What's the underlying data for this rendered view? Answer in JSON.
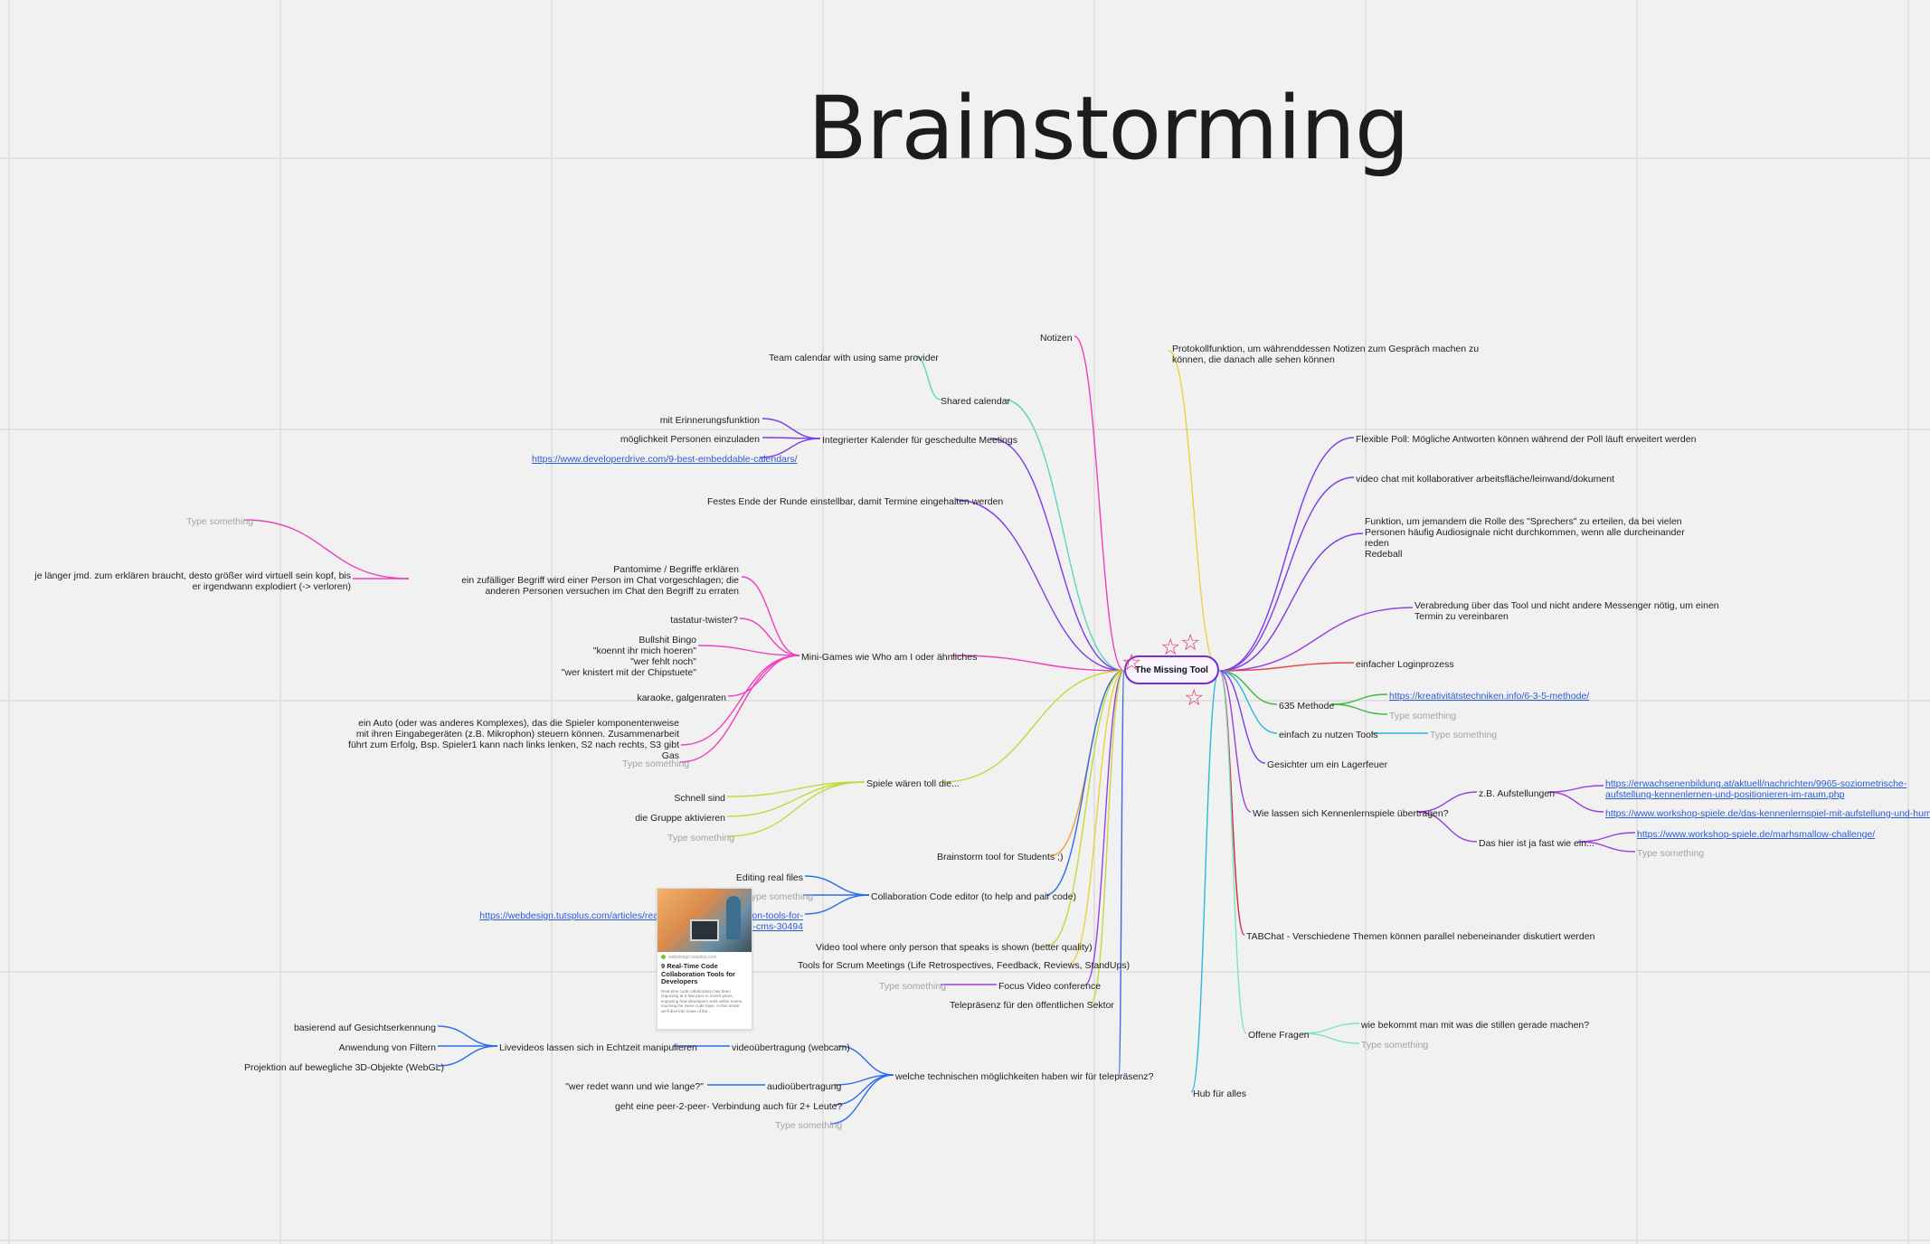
{
  "title": "Brainstorming",
  "root": "The Missing Tool",
  "nodes": {
    "notizen": "Notizen",
    "protokoll": "Protokollfunktion, um währenddessen Notizen zum Gespräch machen zu können, die danach alle sehen können",
    "team_calendar": "Team calendar with using same provider",
    "shared_calendar": "Shared calendar",
    "erinnerung": "mit Erinnerungsfunktion",
    "personen_einladen": "möglichkeit Personen einzuladen",
    "calendar_link": "https://www.developerdrive.com/9-best-embeddable-calendars/",
    "integrierter_kalender": "Integrierter Kalender für geschedulte Meetings",
    "festes_ende": "Festes Ende der Runde einstellbar, damit Termine eingehalten werden",
    "type_ph_1": "Type something",
    "je_laenger": "je länger jmd. zum erklären braucht, desto größer wird virtuell sein kopf, bis er irgendwann explodiert (-> verloren)",
    "pantomime": "Pantomime / Begriffe erklären\nein zufälliger Begriff wird einer Person im Chat vorgeschlagen; die anderen Personen versuchen im Chat den Begriff zu erraten",
    "tastatur": "tastatur-twister?",
    "bullshit": "Bullshit Bingo\n\"koennt ihr mich hoeren\"\n\"wer fehlt noch\"\n\"wer knistert mit der Chipstuete\"",
    "mini_games": "Mini-Games wie Who am I oder ähnliches",
    "karaoke": "karaoke, galgenraten",
    "auto": "ein Auto (oder was anderes Komplexes), das die Spieler komponentenweise mit ihren Eingabegeräten (z.B. Mikrophon) steuern können. Zusammenarbeit führt zum Erfolg, Bsp. Spieler1 kann nach links lenken, S2 nach rechts, S3 gibt Gas",
    "type_ph_2": "Type something",
    "spiele": "Spiele wären toll die...",
    "schnell": "Schnell sind",
    "gruppe": "die Gruppe aktivieren",
    "type_ph_3": "Type something",
    "brainstorm_tool": "Brainstorm tool for Students ;)",
    "editing": "Editing real files",
    "type_ph_4": "Type something",
    "code_editor": "Collaboration Code editor (to help and pair code)",
    "tutsplus_link": "https://webdesign.tutsplus.com/articles/real-time-code-collaboration-tools-for-developers--cms-30494",
    "video_tool": "Video tool where only person that speaks is shown (better quality)",
    "scrum": "Tools for Scrum Meetings (Life Retrospectives, Feedback, Reviews, StandUps)",
    "type_ph_5": "Type something",
    "focus_video": "Focus Video conference",
    "telepraesenz_sektor": "Telepräsenz für den öffentlichen Sektor",
    "gesicht": "basierend auf Gesichtserkennung",
    "filter": "Anwendung von Filtern",
    "projektion": "Projektion auf bewegliche 3D-Objekte (WebGL)",
    "livevideos": "Livevideos lassen sich in Echtzeit manipulieren",
    "videouebertragung": "videoübertragung (webcam)",
    "wer_redet": "\"wer redet wann und wie lange?\"",
    "audio": "audioübertragung",
    "p2p": "geht eine peer-2-peer- Verbindung auch für 2+ Leute?",
    "type_ph_6": "Type something",
    "technische": "welche technischen möglichkeiten haben wir für telepräsenz?",
    "hub": "Hub für alles",
    "flexible_poll": "Flexible Poll: Mögliche Antworten können während der Poll läuft erweitert werden",
    "video_chat": "video chat mit kollaborativer arbeitsfläche/leinwand/dokument",
    "sprecher": "Funktion, um jemandem die Rolle des \"Sprechers\" zu erteilen, da bei vielen Personen häufig Audiosignale nicht durchkommen, wenn alle durcheinander reden\nRedeball",
    "verabredung": "Verabredung über das Tool und nicht andere Messenger nötig, um einen Termin zu vereinbaren",
    "login": "einfacher Loginprozess",
    "methode_635": "635 Methode",
    "kreativ_link": "https://kreativitätstechniken.info/6-3-5-methode/",
    "type_ph_7": "Type something",
    "einfach": "einfach zu nutzen Tools",
    "type_ph_8": "Type something",
    "lagerfeuer": "Gesichter um ein Lagerfeuer",
    "kennenlernspiele": "Wie lassen sich Kennenlernspiele übertragen?",
    "aufstellungen": "z.B. Aufstellungen",
    "erwachsenen_link": "https://erwachsenenbildung.at/aktuell/nachrichten/9965-soziometrische-aufstellung-kennenlernen-und-positionieren-im-raum.php",
    "workshop_link1": "https://www.workshop-spiele.de/das-kennenlernspiel-mit-aufstellung-und-humor/",
    "fast_wie": "Das hier ist ja fast wie ein...",
    "workshop_link2": "https://www.workshop-spiele.de/marhsmallow-challenge/",
    "type_ph_9": "Type something",
    "tabchat": "TABChat - Verschiedene Themen können parallel nebeneinander diskutiert werden",
    "offene_fragen": "Offene Fragen",
    "stillen": "wie bekommt man mit was die stillen gerade machen?",
    "type_ph_10": "Type something"
  },
  "card": {
    "source": "webdesign.tutsplus.com",
    "title": "9 Real-Time Code Collaboration Tools for Developers",
    "desc": "Real-time code collaboration has been improving at a fast pace in recent years, impacting how developers work within teams, touching the same code base. In this article we'll dive into some of the..."
  },
  "colors": {
    "pink": "#f03fbd",
    "purple": "#7d3bea",
    "violet": "#9b3fe0",
    "teal": "#5fd4c0",
    "yellow": "#ecd23a",
    "lime": "#c3d93a",
    "orange": "#f0a03a",
    "blue": "#2f6ee8",
    "cyan": "#2ab8dc",
    "green": "#3db83d",
    "red": "#e8434a",
    "crimson": "#d8223e",
    "mint": "#7ee2c4"
  },
  "stars": [
    "star-icon",
    "star-icon",
    "star-icon",
    "star-icon"
  ]
}
